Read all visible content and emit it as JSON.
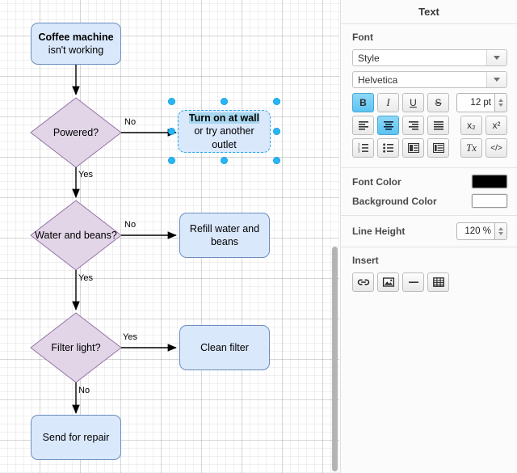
{
  "canvas": {
    "nodes": [
      {
        "id": "start",
        "type": "rect",
        "label": "Coffee machine isn't working",
        "bold_prefix": "Coffee machine",
        "rest": " isn't working"
      },
      {
        "id": "powered",
        "type": "diamond",
        "label": "Powered?"
      },
      {
        "id": "turnon",
        "type": "rect-selected",
        "selected_text": "Turn on at wall",
        "rest_text": " or try another outlet"
      },
      {
        "id": "waterbeans",
        "type": "diamond",
        "label": "Water and beans?"
      },
      {
        "id": "refill",
        "type": "rect",
        "label": "Refill water and beans"
      },
      {
        "id": "filterlight",
        "type": "diamond",
        "label": "Filter light?"
      },
      {
        "id": "cleanfilter",
        "type": "rect",
        "label": "Clean filter"
      },
      {
        "id": "repair",
        "type": "rect",
        "label": "Send for repair"
      }
    ],
    "edge_labels": {
      "powered_no": "No",
      "powered_yes": "Yes",
      "water_no": "No",
      "water_yes": "Yes",
      "filter_yes": "Yes",
      "filter_no": "No"
    },
    "colors": {
      "rect_fill": "#dae8fc",
      "rect_stroke": "#6c8ebf",
      "diamond_fill": "#e1d5e7",
      "diamond_stroke": "#9673a6",
      "edge_stroke": "#000000",
      "selection_handle": "#29b6f6",
      "selection_outline": "#2ba9e8",
      "text_highlight": "#a8d8f0"
    }
  },
  "panel": {
    "title": "Text",
    "font": {
      "heading": "Font",
      "style_value": "Style",
      "family_value": "Helvetica",
      "size_value": "12 pt",
      "buttons": [
        {
          "name": "bold",
          "label": "B",
          "active": true
        },
        {
          "name": "italic",
          "label": "I",
          "active": false
        },
        {
          "name": "underline",
          "label": "U",
          "active": false
        },
        {
          "name": "strikethrough",
          "label": "S",
          "active": false
        },
        {
          "name": "align-left",
          "label": "",
          "active": false
        },
        {
          "name": "align-center",
          "label": "",
          "active": true
        },
        {
          "name": "align-right",
          "label": "",
          "active": false
        },
        {
          "name": "align-justify",
          "label": "",
          "active": false
        },
        {
          "name": "subscript",
          "label": "x₂",
          "active": false
        },
        {
          "name": "superscript",
          "label": "x²",
          "active": false
        },
        {
          "name": "numbered-list",
          "label": "",
          "active": false
        },
        {
          "name": "bulleted-list",
          "label": "",
          "active": false
        },
        {
          "name": "decrease-indent",
          "label": "",
          "active": false
        },
        {
          "name": "increase-indent",
          "label": "",
          "active": false
        },
        {
          "name": "clear-formatting",
          "label": "Tx",
          "active": false
        },
        {
          "name": "edit-html",
          "label": "</>",
          "active": false
        }
      ]
    },
    "colors_section": {
      "font_color_label": "Font Color",
      "font_color_value": "#000000",
      "background_color_label": "Background Color",
      "background_color_value": "#ffffff"
    },
    "line_height": {
      "label": "Line Height",
      "value": "120 %"
    },
    "insert": {
      "heading": "Insert",
      "items": [
        {
          "name": "insert-link-icon",
          "title": "Link"
        },
        {
          "name": "insert-image-icon",
          "title": "Image"
        },
        {
          "name": "insert-horizontal-rule-icon",
          "title": "Horizontal Rule"
        },
        {
          "name": "insert-table-icon",
          "title": "Table"
        }
      ]
    }
  }
}
